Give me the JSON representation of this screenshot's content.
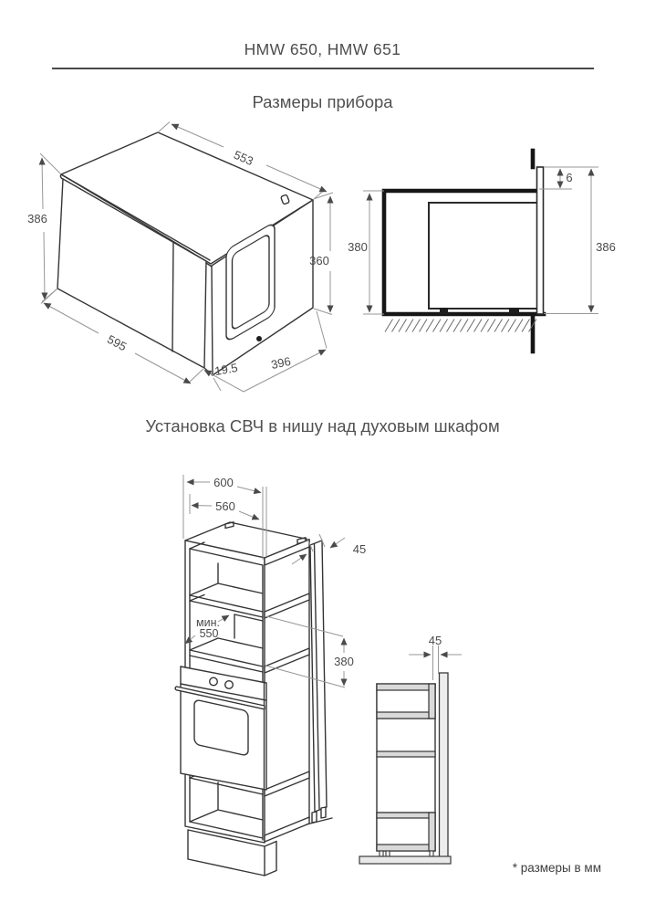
{
  "page": {
    "title": "HMW 650, HMW 651",
    "footnote": "* размеры в мм"
  },
  "device_dimensions": {
    "heading": "Размеры прибора",
    "isometric": {
      "top_width": "553",
      "front_height": "386",
      "body_height": "360",
      "front_width": "595",
      "door_protrusion": "19.5",
      "body_depth": "396"
    },
    "section": {
      "niche_height": "380",
      "top_overlap": "6",
      "total_height": "386"
    }
  },
  "installation": {
    "heading": "Установка СВЧ в нишу над духовым шкафом",
    "cabinet": {
      "outer_width": "600",
      "inner_width": "560",
      "side_panel": "45",
      "min_prefix": "мин.",
      "min_depth": "550",
      "niche_height": "380"
    },
    "side_view": {
      "side_panel": "45"
    }
  },
  "colors": {
    "outline": "#353535",
    "thick_line": "#161616",
    "dimension_line": "#979797",
    "label_text": "#4a4a4a",
    "heading_text": "#515151",
    "shelf_fill": "#d9d9d9",
    "panel_fill": "#ededed",
    "floor_fill": "#e9e9e9"
  }
}
